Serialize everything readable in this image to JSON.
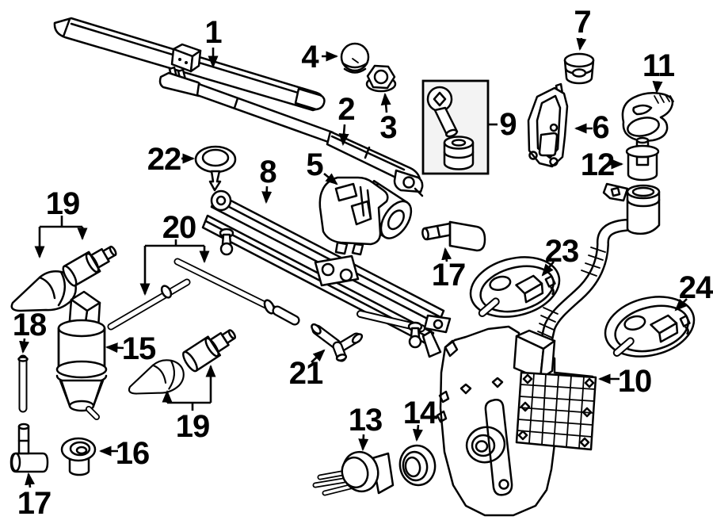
{
  "diagram": {
    "type": "exploded-parts-line-diagram",
    "colors": {
      "line": "#000000",
      "background": "#ffffff",
      "box_fill": "#f3f3f3"
    }
  },
  "callouts": [
    {
      "n": "1"
    },
    {
      "n": "2"
    },
    {
      "n": "3"
    },
    {
      "n": "4"
    },
    {
      "n": "5"
    },
    {
      "n": "6"
    },
    {
      "n": "7"
    },
    {
      "n": "8"
    },
    {
      "n": "9"
    },
    {
      "n": "10"
    },
    {
      "n": "11"
    },
    {
      "n": "12"
    },
    {
      "n": "13"
    },
    {
      "n": "14"
    },
    {
      "n": "15"
    },
    {
      "n": "16"
    },
    {
      "n": "17"
    },
    {
      "n": "17"
    },
    {
      "n": "18"
    },
    {
      "n": "19"
    },
    {
      "n": "19"
    },
    {
      "n": "20"
    },
    {
      "n": "21"
    },
    {
      "n": "22"
    },
    {
      "n": "23"
    },
    {
      "n": "24"
    }
  ]
}
